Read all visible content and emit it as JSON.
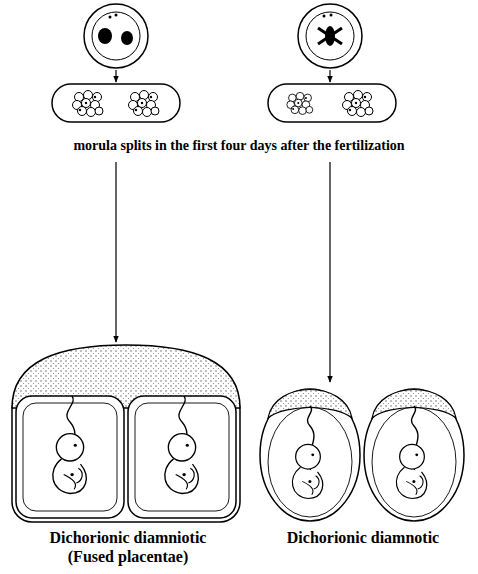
{
  "diagram": {
    "nodes": [
      {
        "text": [
          "Dichorionic diamniotic (Fused placentae)"
        ]
      },
      {
        "text": [
          "Dichorionic diamnotic"
        ]
      }
    ],
    "labels": [
      "morula splits in the first four days after the fertilization"
    ]
  }
}
